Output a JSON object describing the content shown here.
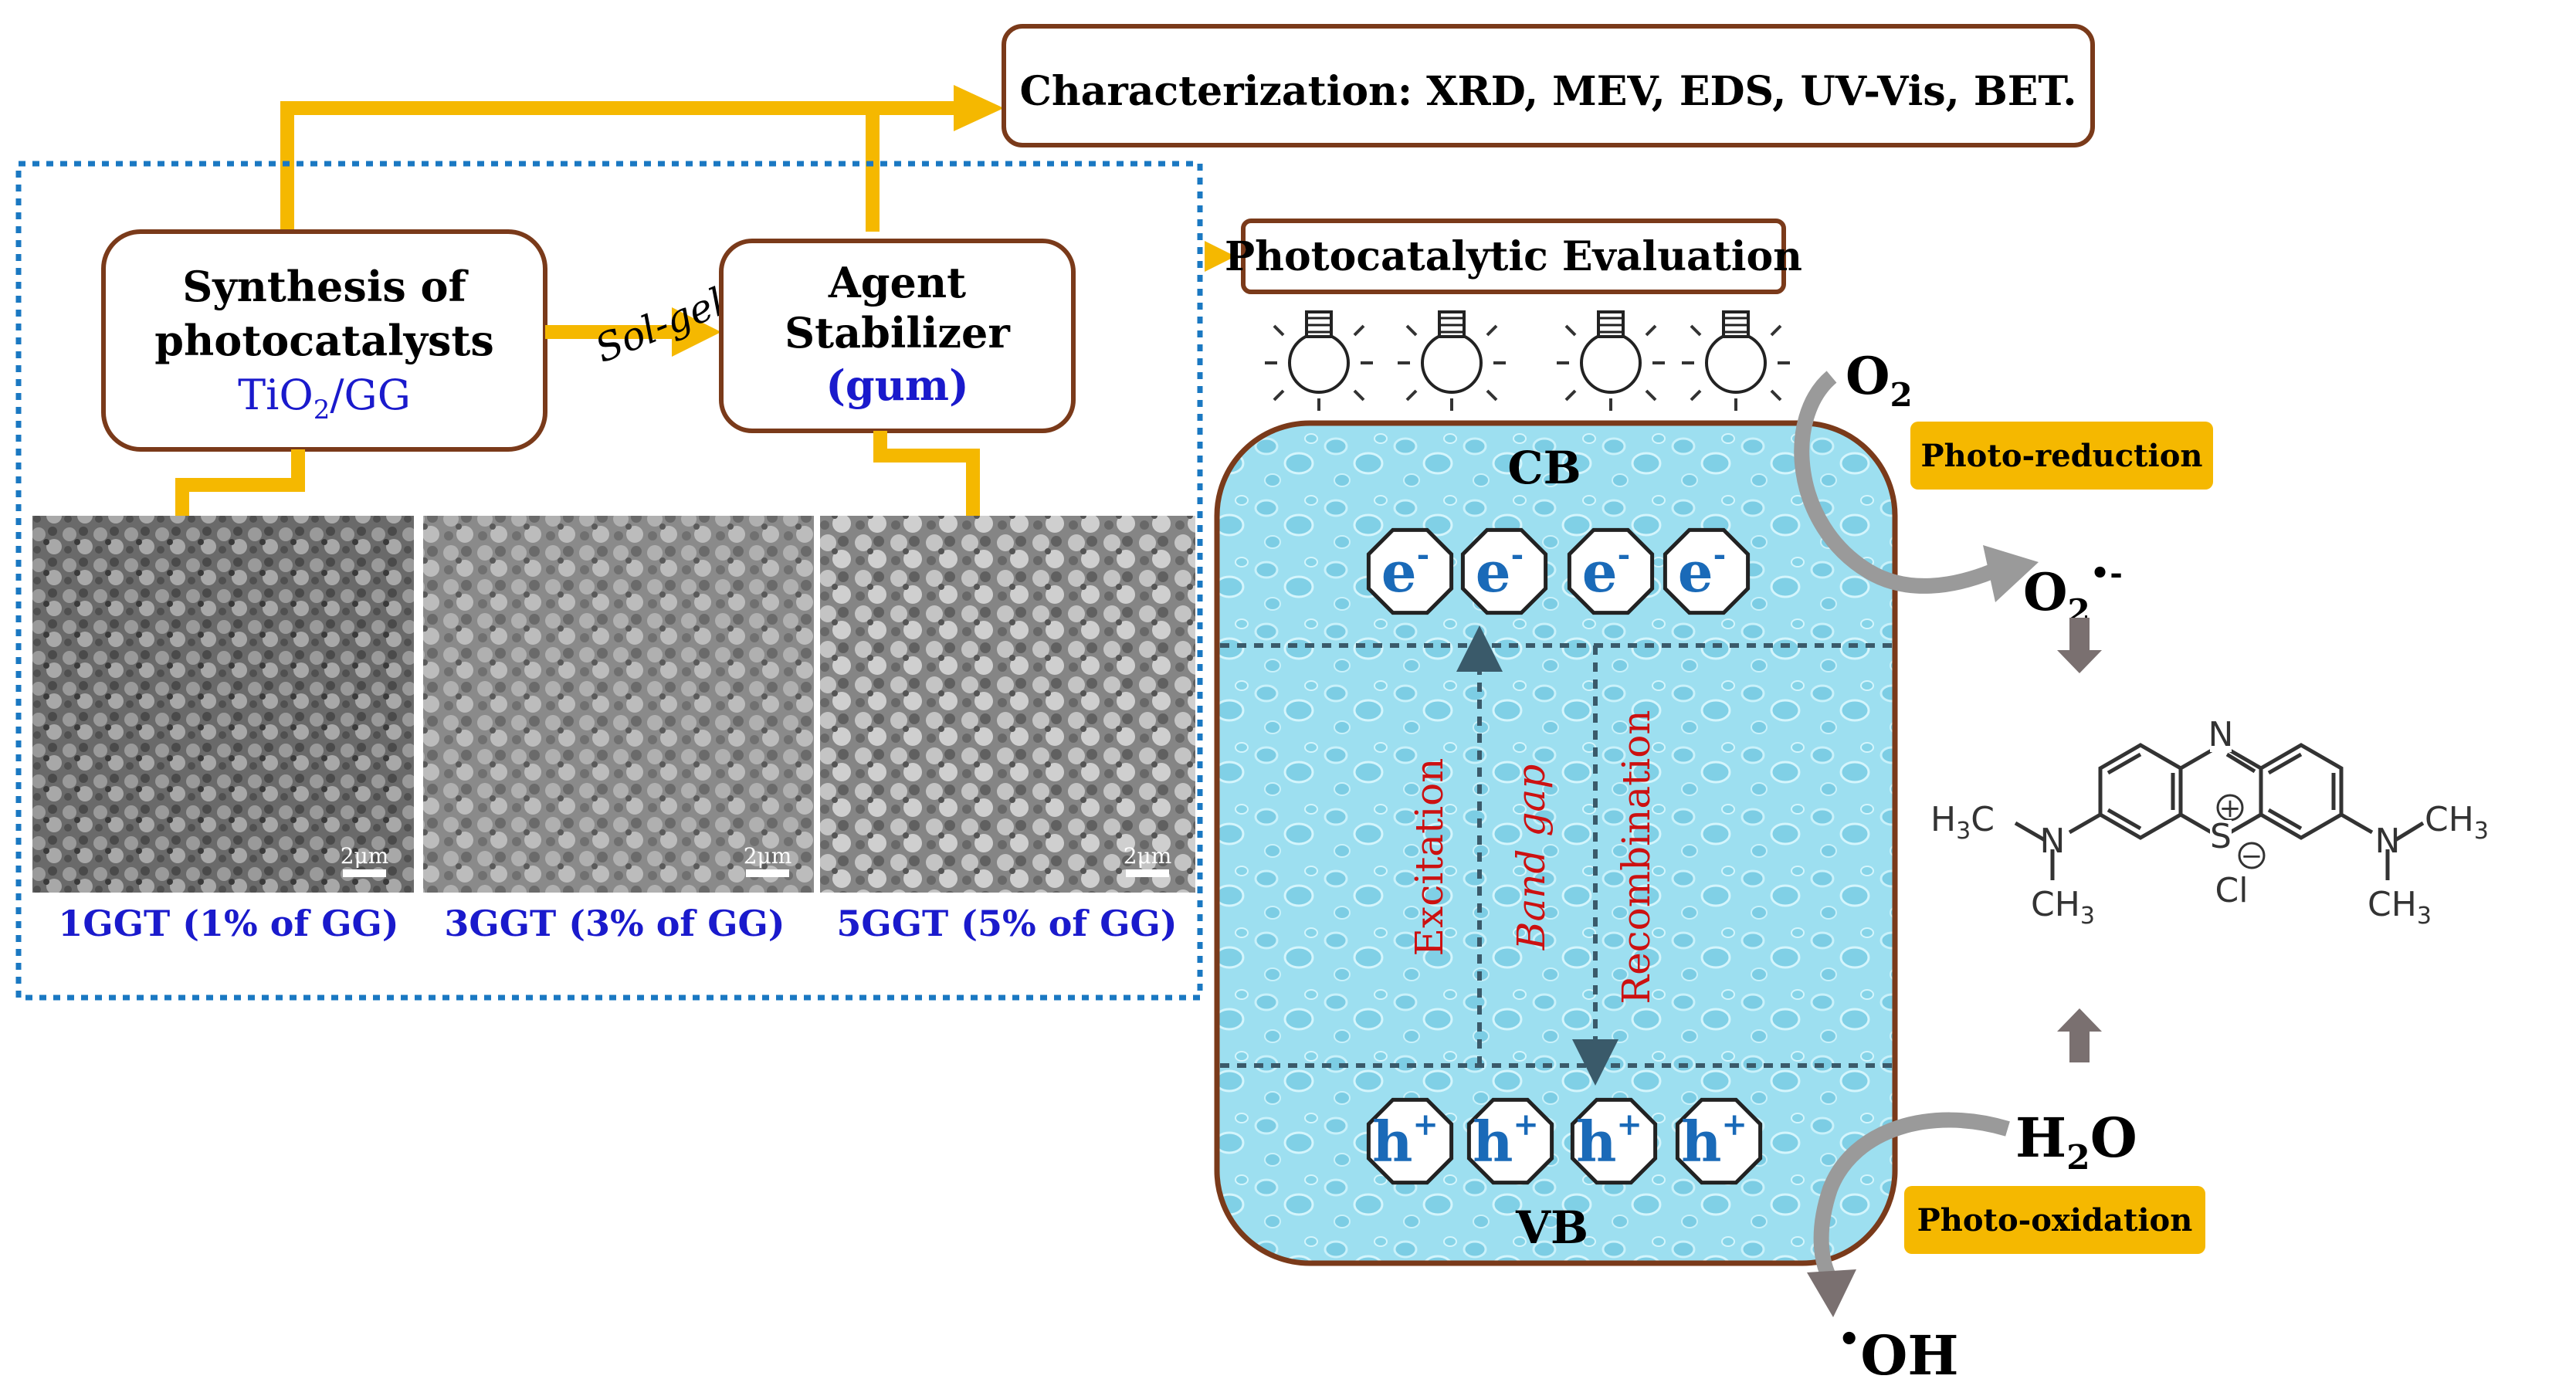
{
  "characterization": {
    "label": "Characterization: XRD, MEV, EDS, UV-Vis, BET."
  },
  "synthesis": {
    "line1": "Synthesis of",
    "line2": "photocatalysts",
    "material_main": "TiO",
    "material_sub": "2",
    "material_tail": "/GG"
  },
  "solgel": {
    "label": "Sol-gel"
  },
  "stabilizer": {
    "line1": "Agent",
    "line2": "Stabilizer",
    "line3": "(gum)"
  },
  "sem": {
    "scale_bar": "2μm",
    "samples": [
      {
        "label": "1GGT (1% of GG)"
      },
      {
        "label": "3GGT (3% of GG)"
      },
      {
        "label": "5GGT (5% of GG)"
      }
    ]
  },
  "photocatalytic": {
    "label": "Photocatalytic Evaluation"
  },
  "bands": {
    "cb": "CB",
    "vb": "VB",
    "electron": "e",
    "electron_sup": "-",
    "hole": "h",
    "hole_sup": "+",
    "excitation": "Excitation",
    "band_gap": "Band gap",
    "recombination": "Recombination"
  },
  "reduction": {
    "o2": "O",
    "o2_sub": "2",
    "label": "Photo-reduction",
    "radical_main": "O",
    "radical_sub": "2",
    "radical_sup": "•-"
  },
  "oxidation": {
    "h2o_h": "H",
    "h2o_sub": "2",
    "h2o_o": "O",
    "label": "Photo-oxidation",
    "oh_dot": "•",
    "oh": "OH"
  },
  "molecule": {
    "n_top": "N",
    "s": "S",
    "cl": "Cl",
    "plus": "+",
    "minus": "−",
    "n_left": "N",
    "n_right": "N",
    "h3c_left": "H",
    "h3c_left_sub": "3",
    "h3c_left_c": "C",
    "ch3_right": "CH",
    "ch3_sub": "3"
  },
  "colors": {
    "arrow": "#f5b800",
    "box_border": "#7a3a1a",
    "dotted_border": "#1a78c2",
    "water": "#8fd8e8",
    "label_bg": "#f5b800",
    "blue_text": "#1a1acc",
    "red_text": "#cc1111",
    "carrier_blue": "#1a6ab8"
  }
}
